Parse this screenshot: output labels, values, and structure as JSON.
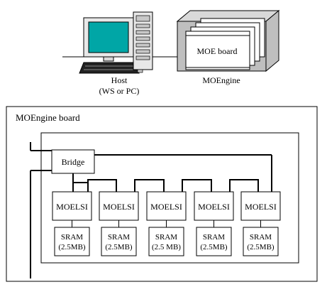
{
  "top": {
    "host_label_line1": "Host",
    "host_label_line2": "(WS or PC)",
    "moe_board_label": "MOE board",
    "engine_label": "MOEngine"
  },
  "board": {
    "title": "MOEngine board",
    "bridge_label": "Bridge",
    "moelsi_label": "MOELSI",
    "sram_line1": "SRAM",
    "sram_line2_variants": [
      "(2.5MB)",
      "(2.5MB)",
      "(2.5 MB)",
      "(2.5MB)",
      "(2.5MB)"
    ],
    "moelsi_count": 5
  },
  "colors": {
    "monitor_screen": "#00a6a6",
    "cabinet_inner": "#bfbfbf",
    "stroke": "#000000"
  },
  "icons": {
    "workstation": "workstation-computer-icon",
    "cabinet": "moengine-cabinet-icon"
  }
}
